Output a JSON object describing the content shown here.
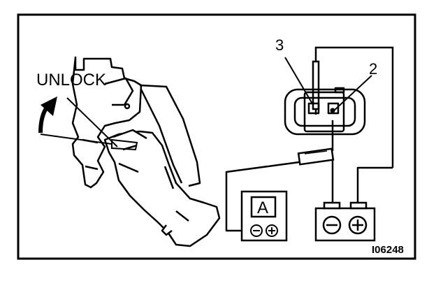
{
  "callouts": {
    "unlock": "UNLOCK",
    "terminal_3": "3",
    "terminal_2": "2"
  },
  "ammeter": {
    "letter": "A"
  },
  "figure_id": "I06248",
  "colors": {
    "ink": "#000000",
    "paper": "#ffffff"
  }
}
